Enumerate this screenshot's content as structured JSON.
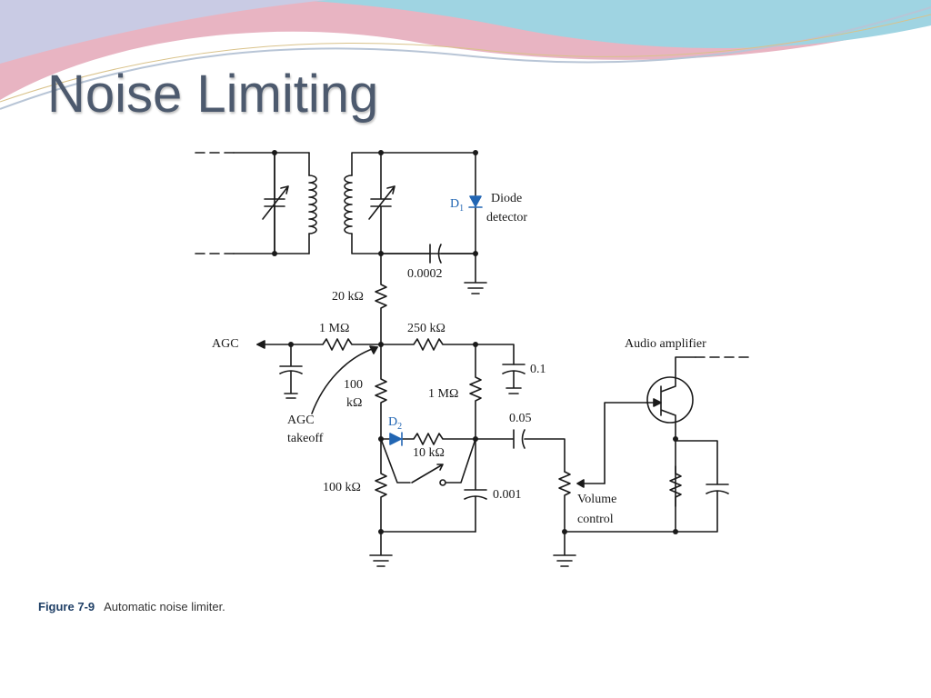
{
  "slide": {
    "title": "Noise Limiting"
  },
  "figure": {
    "caption_number": "Figure 7-9",
    "caption_text": "Automatic noise limiter."
  },
  "diagram": {
    "labels": {
      "d1": "D",
      "d1_sub": "1",
      "diode_detector_1": "Diode",
      "diode_detector_2": "detector",
      "cap_0_0002": "0.0002",
      "r_20k": "20 kΩ",
      "agc": "AGC",
      "r_1m_a": "1 MΩ",
      "r_250k": "250 kΩ",
      "cap_0_1": "0.1",
      "r_100k_top_1": "100",
      "r_100k_top_2": "kΩ",
      "r_1m_b": "1 MΩ",
      "agc_takeoff_1": "AGC",
      "agc_takeoff_2": "takeoff",
      "d2": "D",
      "d2_sub": "2",
      "r_10k": "10 kΩ",
      "cap_0_05": "0.05",
      "r_100k_bottom": "100 kΩ",
      "cap_0_001": "0.001",
      "volume_1": "Volume",
      "volume_2": "control",
      "audio_amplifier": "Audio amplifier"
    },
    "colors": {
      "wire": "#1a1a1a",
      "highlight": "#2266b3"
    }
  }
}
